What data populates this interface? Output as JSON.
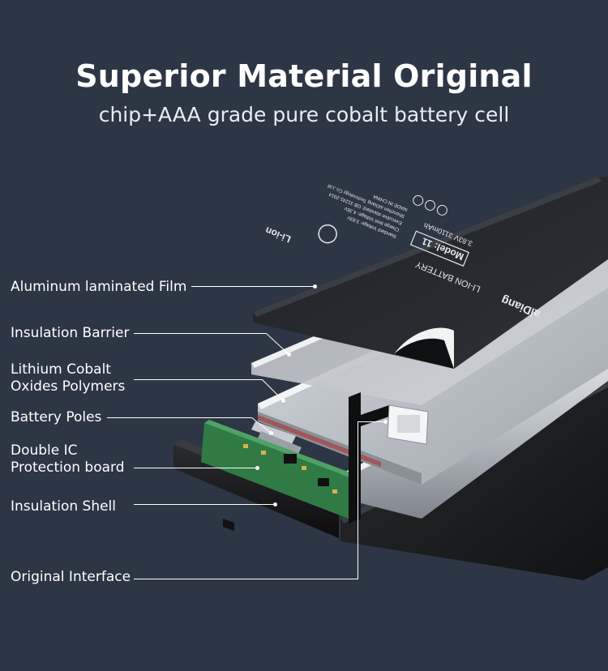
{
  "header": {
    "title": "Superior Material Original",
    "subtitle": "chip+AAA grade pure cobalt battery cell"
  },
  "callouts": [
    {
      "name": "aluminum-laminated-film",
      "lines": [
        "Aluminum laminated Film"
      ]
    },
    {
      "name": "insulation-barrier",
      "lines": [
        "Insulation Barrier"
      ]
    },
    {
      "name": "lithium-cobalt-oxides-polymers",
      "lines": [
        "Lithium Cobalt",
        "Oxides Polymers"
      ]
    },
    {
      "name": "battery-poles",
      "lines": [
        "Battery Poles"
      ]
    },
    {
      "name": "double-ic-protection-board",
      "lines": [
        "Double IC",
        "Protection board"
      ]
    },
    {
      "name": "insulation-shell",
      "lines": [
        "Insulation Shell"
      ]
    },
    {
      "name": "original-interface",
      "lines": [
        "Original Interface"
      ]
    }
  ],
  "battery_label": {
    "brand": "aiDiang",
    "type": "LI-ION BATTERY",
    "model": "Model: 11",
    "capacity": "3.83V 3110mAh",
    "line1": "Standard Voltage: 3.83V",
    "line2": "Charge limit Voltage: 4.35V",
    "line3": "Executive standard: GB 31241-2014",
    "line4": "Shenzhen aiDiang Technology Co.,Ltd",
    "line5": "MADE IN CHINA",
    "edge_text": "Li-ion"
  },
  "colors": {
    "background": "#2c3645",
    "text": "#ffffff",
    "film": "#24272b",
    "aluminum": "#c8ccd1",
    "pcb": "#2f7a45",
    "shell": "#1b1c1e"
  }
}
